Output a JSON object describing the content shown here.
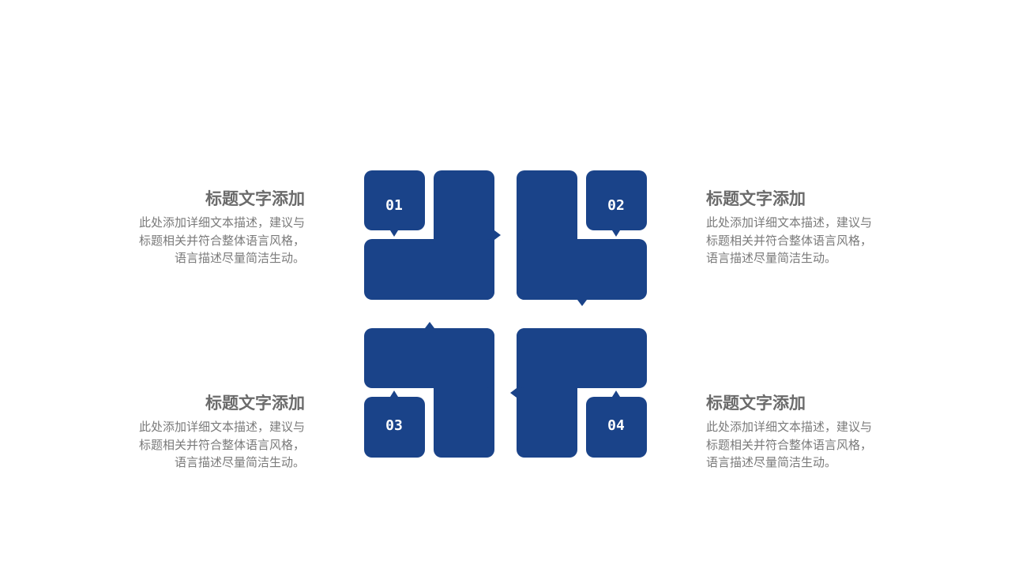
{
  "colors": {
    "shape_fill": "#1a4389",
    "title_text": "#6b6b6b",
    "body_text": "#7a7a7a",
    "number_text": "#ffffff",
    "background": "#ffffff"
  },
  "items": [
    {
      "number": "01",
      "title": "标题文字添加",
      "lines": [
        "此处添加详细文本描述，建议与",
        "标题相关并符合整体语言风格，",
        "语言描述尽量简洁生动。"
      ]
    },
    {
      "number": "02",
      "title": "标题文字添加",
      "lines": [
        "此处添加详细文本描述，建议与",
        "标题相关并符合整体语言风格，",
        "语言描述尽量简洁生动。"
      ]
    },
    {
      "number": "03",
      "title": "标题文字添加",
      "lines": [
        "此处添加详细文本描述，建议与",
        "标题相关并符合整体语言风格，",
        "语言描述尽量简洁生动。"
      ]
    },
    {
      "number": "04",
      "title": "标题文字添加",
      "lines": [
        "此处添加详细文本描述，建议与",
        "标题相关并符合整体语言风格，",
        "语言描述尽量简洁生动。"
      ]
    }
  ]
}
